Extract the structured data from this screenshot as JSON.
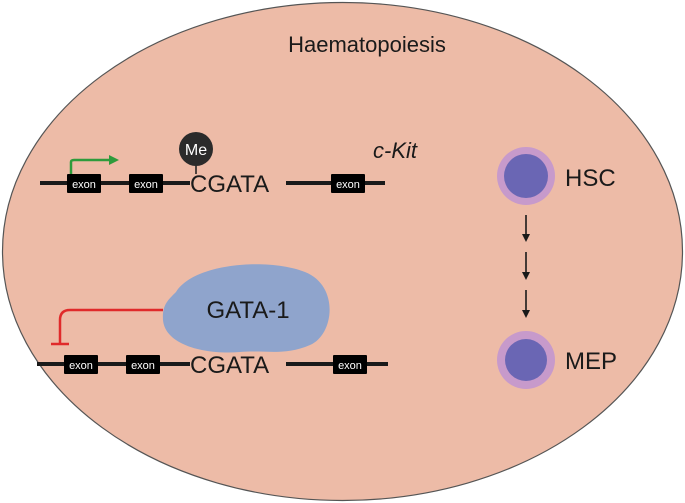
{
  "title": "Haematopoiesis",
  "gene_name": "c-Kit",
  "methyl_label": "Me",
  "motif": "CGATA",
  "exon_label": "exon",
  "factor_label": "GATA-1",
  "cells": {
    "top": "HSC",
    "bottom": "MEP"
  },
  "colors": {
    "background": "#EDBBA7",
    "dna_line": "#1a1a1a",
    "exon_box": "#000000",
    "methyl_circle": "#2b2b2b",
    "activation_arrow": "#2e9b3c",
    "repression_arrow": "#e02a2a",
    "gata1_blob": "#8FA4CC",
    "cell_outer": "#C79ACB",
    "cell_inner": "#6A66B4"
  },
  "icons": {
    "activation": "arrow-right-icon",
    "repression": "inhibition-bar-icon",
    "progression": "arrow-down-icon"
  }
}
